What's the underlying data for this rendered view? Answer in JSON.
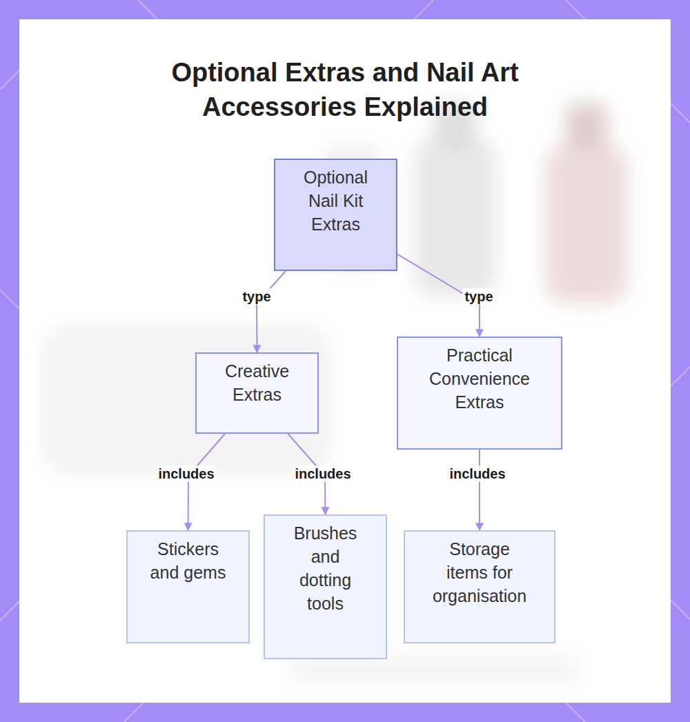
{
  "diagram": {
    "title": "Optional Extras and Nail Art Accessories Explained",
    "nodes": [
      {
        "text": [
          "Optional Nail Kit Extras"
        ]
      },
      {
        "text": [
          "Creative Extras"
        ]
      },
      {
        "text": [
          "Practical Convenience Extras"
        ]
      },
      {
        "text": [
          "Stickers and gems"
        ]
      },
      {
        "text": [
          "Brushes and dotting tools"
        ]
      },
      {
        "text": [
          "Storage items for organisation"
        ]
      }
    ],
    "edges": [
      {
        "from": 0,
        "to": 1,
        "label": "type",
        "arrow": "to"
      },
      {
        "from": 0,
        "to": 2,
        "label": "type",
        "arrow": "to"
      },
      {
        "from": 1,
        "to": 3,
        "label": "includes",
        "arrow": "to"
      },
      {
        "from": 1,
        "to": 4,
        "label": "includes",
        "arrow": "to"
      },
      {
        "from": 2,
        "to": 5,
        "label": "includes",
        "arrow": "to"
      }
    ]
  }
}
